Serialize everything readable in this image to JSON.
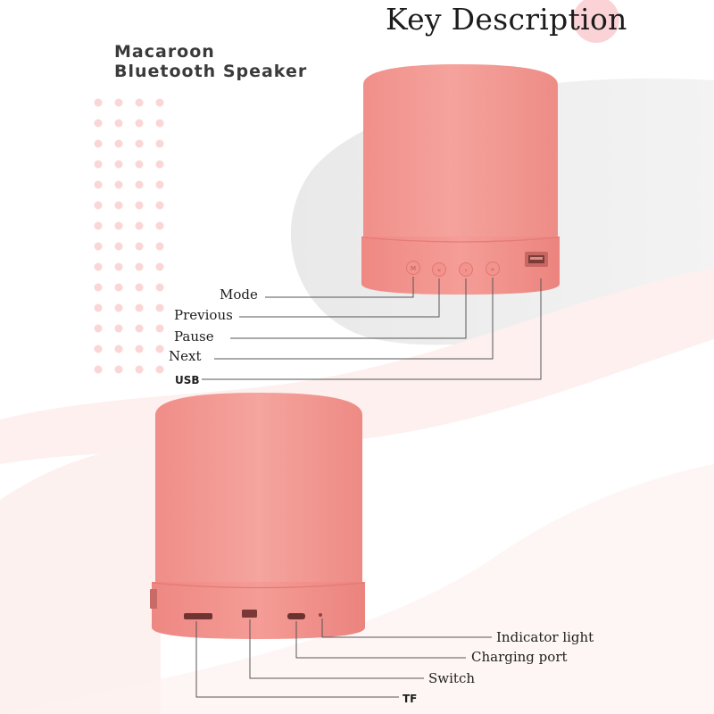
{
  "heading": "Key Description",
  "product_name": {
    "line1": "Macaroon",
    "line2": "Bluetooth Speaker"
  },
  "top_labels": {
    "mode": "Mode",
    "previous": "Previous",
    "pause": "Pause",
    "next": "Next",
    "usb": "USB"
  },
  "bottom_labels": {
    "indicator_light": "Indicator light",
    "charging_port": "Charging port",
    "switch": "Switch",
    "tf": "TF"
  },
  "colors": {
    "speaker_body": "#f49a94",
    "speaker_base": "#f38b87",
    "accent_circle": "#fbd3d6",
    "background_swoosh": "#ececec",
    "pink_wash": "#fdecea",
    "dot": "#fbdada",
    "leader_line": "#555555"
  },
  "icons": [
    "mode-button-icon",
    "previous-button-icon",
    "pause-button-icon",
    "next-button-icon",
    "usb-port-icon",
    "tf-slot-icon",
    "switch-icon",
    "charging-port-icon",
    "indicator-light-icon"
  ]
}
